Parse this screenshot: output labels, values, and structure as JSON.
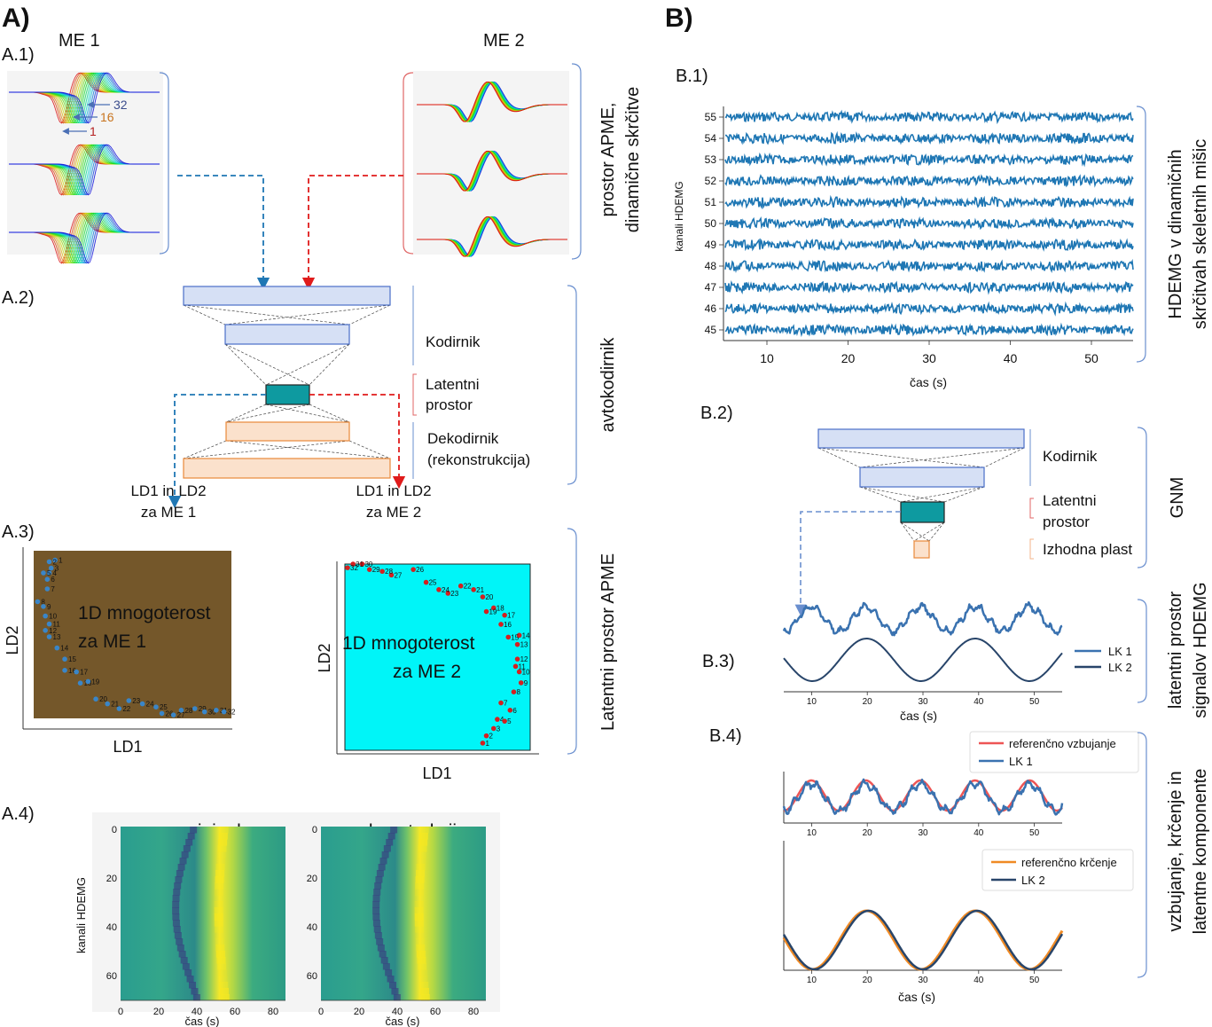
{
  "panelA": {
    "label": "A)",
    "a1": {
      "label": "A.1)",
      "me1_title": "ME 1",
      "me2_title": "ME 2",
      "arrow_labels": [
        "32",
        "16",
        "1"
      ],
      "bracket_label_line1": "prostor APME,",
      "bracket_label_line2": "dinamične skrčitve"
    },
    "a2": {
      "label": "A.2)",
      "encoder": "Kodirnik",
      "latent_line1": "Latentni",
      "latent_line2": "prostor",
      "decoder_line1": "Dekodirnik",
      "decoder_line2": "(rekonstrukcija)",
      "bracket_label": "avtokodirnik",
      "out_left_line1": "LD1 in LD2",
      "out_left_line2": "za ME 1",
      "out_right_line1": "LD1 in LD2",
      "out_right_line2": "za ME 2"
    },
    "a3": {
      "label": "A.3)",
      "left": {
        "xlabel": "LD1",
        "ylabel": "LD2",
        "text_line1": "1D mnogoterost",
        "text_line2": "za ME 1",
        "bg_color": "#74572a",
        "point_color": "#3a86c8",
        "point_labels": [
          "1",
          "2",
          "3",
          "4",
          "5",
          "6",
          "7",
          "8",
          "9",
          "10",
          "11",
          "12",
          "13",
          "14",
          "15",
          "16",
          "17",
          "18",
          "19",
          "20",
          "21",
          "22",
          "23",
          "24",
          "25",
          "26",
          "27",
          "28",
          "29",
          "30",
          "31",
          "32"
        ]
      },
      "right": {
        "xlabel": "LD1",
        "ylabel": "LD2",
        "text_line1": "1D mnogoterost",
        "text_line2": "za ME 2",
        "bg_color": "#00f5f8",
        "point_color": "#d42020",
        "point_labels": [
          "1",
          "2",
          "3",
          "4",
          "5",
          "6",
          "7",
          "8",
          "9",
          "10",
          "11",
          "12",
          "13",
          "14",
          "15",
          "16",
          "17",
          "18",
          "19",
          "20",
          "21",
          "22",
          "23",
          "24",
          "25",
          "26",
          "27",
          "28",
          "29",
          "30",
          "31",
          "32"
        ]
      },
      "bracket_label": "Latentni prostor APME"
    },
    "a4": {
      "label": "A.4)",
      "left_title": "original",
      "right_title": "rekonstrukcija",
      "ylabel": "kanali HDEMG",
      "xlabel": "čas (s)",
      "yticks": [
        "0",
        "20",
        "40",
        "60"
      ],
      "xticks": [
        "0",
        "20",
        "40",
        "60",
        "80"
      ]
    }
  },
  "panelB": {
    "label": "B)",
    "b1": {
      "label": "B.1)",
      "ylabel": "kanali HDEMG",
      "xlabel": "čas (s)",
      "channels": [
        "55",
        "54",
        "53",
        "52",
        "51",
        "50",
        "49",
        "48",
        "47",
        "46",
        "45"
      ],
      "xticks": [
        "10",
        "20",
        "30",
        "40",
        "50"
      ],
      "signal_color": "#1f77b4",
      "bracket_label_line1": "HDEMG v dinamičnih",
      "bracket_label_line2": "skrčitvah skeletnih mišic"
    },
    "b2": {
      "label": "B.2)",
      "encoder": "Kodirnik",
      "latent_line1": "Latentni",
      "latent_line2": "prostor",
      "output": "Izhodna plast",
      "bracket_label": "GNM"
    },
    "b3": {
      "label": "B.3)",
      "xlabel": "čas (s)",
      "xticks": [
        "10",
        "20",
        "30",
        "40",
        "50"
      ],
      "legend": [
        "LK 1",
        "LK 2"
      ],
      "bracket_label_line1": "latentni prostor",
      "bracket_label_line2": "signalov HDEMG"
    },
    "b4": {
      "label": "B.4)",
      "xlabel": "čas (s)",
      "xticks": [
        "10",
        "20",
        "30",
        "40",
        "50"
      ],
      "legend_top": [
        "referenčno vzbujanje",
        "LK 1"
      ],
      "legend_bottom": [
        "referenčno krčenje",
        "LK 2"
      ],
      "bracket_label_line1": "vzbujanje, krčenje in",
      "bracket_label_line2": "latentne komponente"
    }
  },
  "chart_data": [
    {
      "type": "scatter",
      "xlabel": "LD1",
      "ylabel": "LD2",
      "labels": [
        "1D mnogoterost",
        "za ME 1"
      ],
      "points": [
        {
          "id": 1,
          "x": 0.11,
          "y": 0.98
        },
        {
          "id": 2,
          "x": 0.08,
          "y": 0.97
        },
        {
          "id": 3,
          "x": 0.09,
          "y": 0.93
        },
        {
          "id": 4,
          "x": 0.08,
          "y": 0.9
        },
        {
          "id": 5,
          "x": 0.05,
          "y": 0.9
        },
        {
          "id": 6,
          "x": 0.07,
          "y": 0.86
        },
        {
          "id": 7,
          "x": 0.07,
          "y": 0.8
        },
        {
          "id": 8,
          "x": 0.02,
          "y": 0.72
        },
        {
          "id": 9,
          "x": 0.05,
          "y": 0.69
        },
        {
          "id": 10,
          "x": 0.06,
          "y": 0.63
        },
        {
          "id": 11,
          "x": 0.08,
          "y": 0.58
        },
        {
          "id": 12,
          "x": 0.06,
          "y": 0.54
        },
        {
          "id": 13,
          "x": 0.08,
          "y": 0.5
        },
        {
          "id": 14,
          "x": 0.12,
          "y": 0.43
        },
        {
          "id": 15,
          "x": 0.16,
          "y": 0.36
        },
        {
          "id": 16,
          "x": 0.16,
          "y": 0.29
        },
        {
          "id": 17,
          "x": 0.22,
          "y": 0.28
        },
        {
          "id": 18,
          "x": 0.24,
          "y": 0.21
        },
        {
          "id": 19,
          "x": 0.28,
          "y": 0.22
        },
        {
          "id": 20,
          "x": 0.32,
          "y": 0.11
        },
        {
          "id": 21,
          "x": 0.38,
          "y": 0.08
        },
        {
          "id": 22,
          "x": 0.44,
          "y": 0.05
        },
        {
          "id": 23,
          "x": 0.49,
          "y": 0.1
        },
        {
          "id": 24,
          "x": 0.56,
          "y": 0.08
        },
        {
          "id": 25,
          "x": 0.63,
          "y": 0.06
        },
        {
          "id": 26,
          "x": 0.66,
          "y": 0.02
        },
        {
          "id": 27,
          "x": 0.72,
          "y": 0.01
        },
        {
          "id": 28,
          "x": 0.76,
          "y": 0.04
        },
        {
          "id": 29,
          "x": 0.83,
          "y": 0.05
        },
        {
          "id": 30,
          "x": 0.88,
          "y": 0.03
        },
        {
          "id": 31,
          "x": 0.94,
          "y": 0.04
        },
        {
          "id": 32,
          "x": 0.98,
          "y": 0.03
        }
      ]
    },
    {
      "type": "scatter",
      "xlabel": "LD1",
      "ylabel": "LD2",
      "labels": [
        "1D mnogoterost",
        "za ME 2"
      ],
      "points": [
        {
          "id": 1,
          "x": 0.74,
          "y": 0.02
        },
        {
          "id": 2,
          "x": 0.76,
          "y": 0.06
        },
        {
          "id": 3,
          "x": 0.8,
          "y": 0.1
        },
        {
          "id": 4,
          "x": 0.82,
          "y": 0.15
        },
        {
          "id": 5,
          "x": 0.86,
          "y": 0.14
        },
        {
          "id": 6,
          "x": 0.89,
          "y": 0.2
        },
        {
          "id": 7,
          "x": 0.84,
          "y": 0.24
        },
        {
          "id": 8,
          "x": 0.91,
          "y": 0.3
        },
        {
          "id": 9,
          "x": 0.95,
          "y": 0.35
        },
        {
          "id": 10,
          "x": 0.94,
          "y": 0.41
        },
        {
          "id": 11,
          "x": 0.92,
          "y": 0.44
        },
        {
          "id": 12,
          "x": 0.93,
          "y": 0.48
        },
        {
          "id": 13,
          "x": 0.93,
          "y": 0.56
        },
        {
          "id": 14,
          "x": 0.94,
          "y": 0.61
        },
        {
          "id": 15,
          "x": 0.88,
          "y": 0.6
        },
        {
          "id": 16,
          "x": 0.84,
          "y": 0.67
        },
        {
          "id": 17,
          "x": 0.86,
          "y": 0.72
        },
        {
          "id": 18,
          "x": 0.8,
          "y": 0.76
        },
        {
          "id": 19,
          "x": 0.76,
          "y": 0.74
        },
        {
          "id": 20,
          "x": 0.74,
          "y": 0.82
        },
        {
          "id": 21,
          "x": 0.69,
          "y": 0.86
        },
        {
          "id": 22,
          "x": 0.62,
          "y": 0.88
        },
        {
          "id": 23,
          "x": 0.55,
          "y": 0.84
        },
        {
          "id": 24,
          "x": 0.5,
          "y": 0.86
        },
        {
          "id": 25,
          "x": 0.43,
          "y": 0.9
        },
        {
          "id": 26,
          "x": 0.36,
          "y": 0.97
        },
        {
          "id": 27,
          "x": 0.24,
          "y": 0.94
        },
        {
          "id": 28,
          "x": 0.19,
          "y": 0.96
        },
        {
          "id": 29,
          "x": 0.12,
          "y": 0.97
        },
        {
          "id": 30,
          "x": 0.08,
          "y": 1.0
        },
        {
          "id": 31,
          "x": 0.03,
          "y": 1.0
        },
        {
          "id": 32,
          "x": 0.0,
          "y": 0.98
        }
      ]
    },
    {
      "type": "line",
      "xlabel": "čas (s)",
      "xlim": [
        5,
        55
      ],
      "series": [
        {
          "name": "LK 1",
          "shape": "periodic, period ~9.8 s, peaks near 10, 19, 29, 39, 48"
        },
        {
          "name": "LK 2",
          "shape": "sinusoid, period ~19.5 s, peaks near 20 and 40, troughs near 10, 30, 50"
        }
      ]
    },
    {
      "type": "line",
      "xlabel": "čas (s)",
      "xlim": [
        5,
        55
      ],
      "series": [
        {
          "name": "referenčno vzbujanje",
          "color": "#ee5555"
        },
        {
          "name": "LK 1",
          "color": "#3a72b0"
        }
      ]
    },
    {
      "type": "line",
      "xlabel": "čas (s)",
      "xlim": [
        5,
        55
      ],
      "series": [
        {
          "name": "referenčno krčenje",
          "color": "#f08a24"
        },
        {
          "name": "LK 2",
          "color": "#28456a"
        }
      ]
    }
  ]
}
